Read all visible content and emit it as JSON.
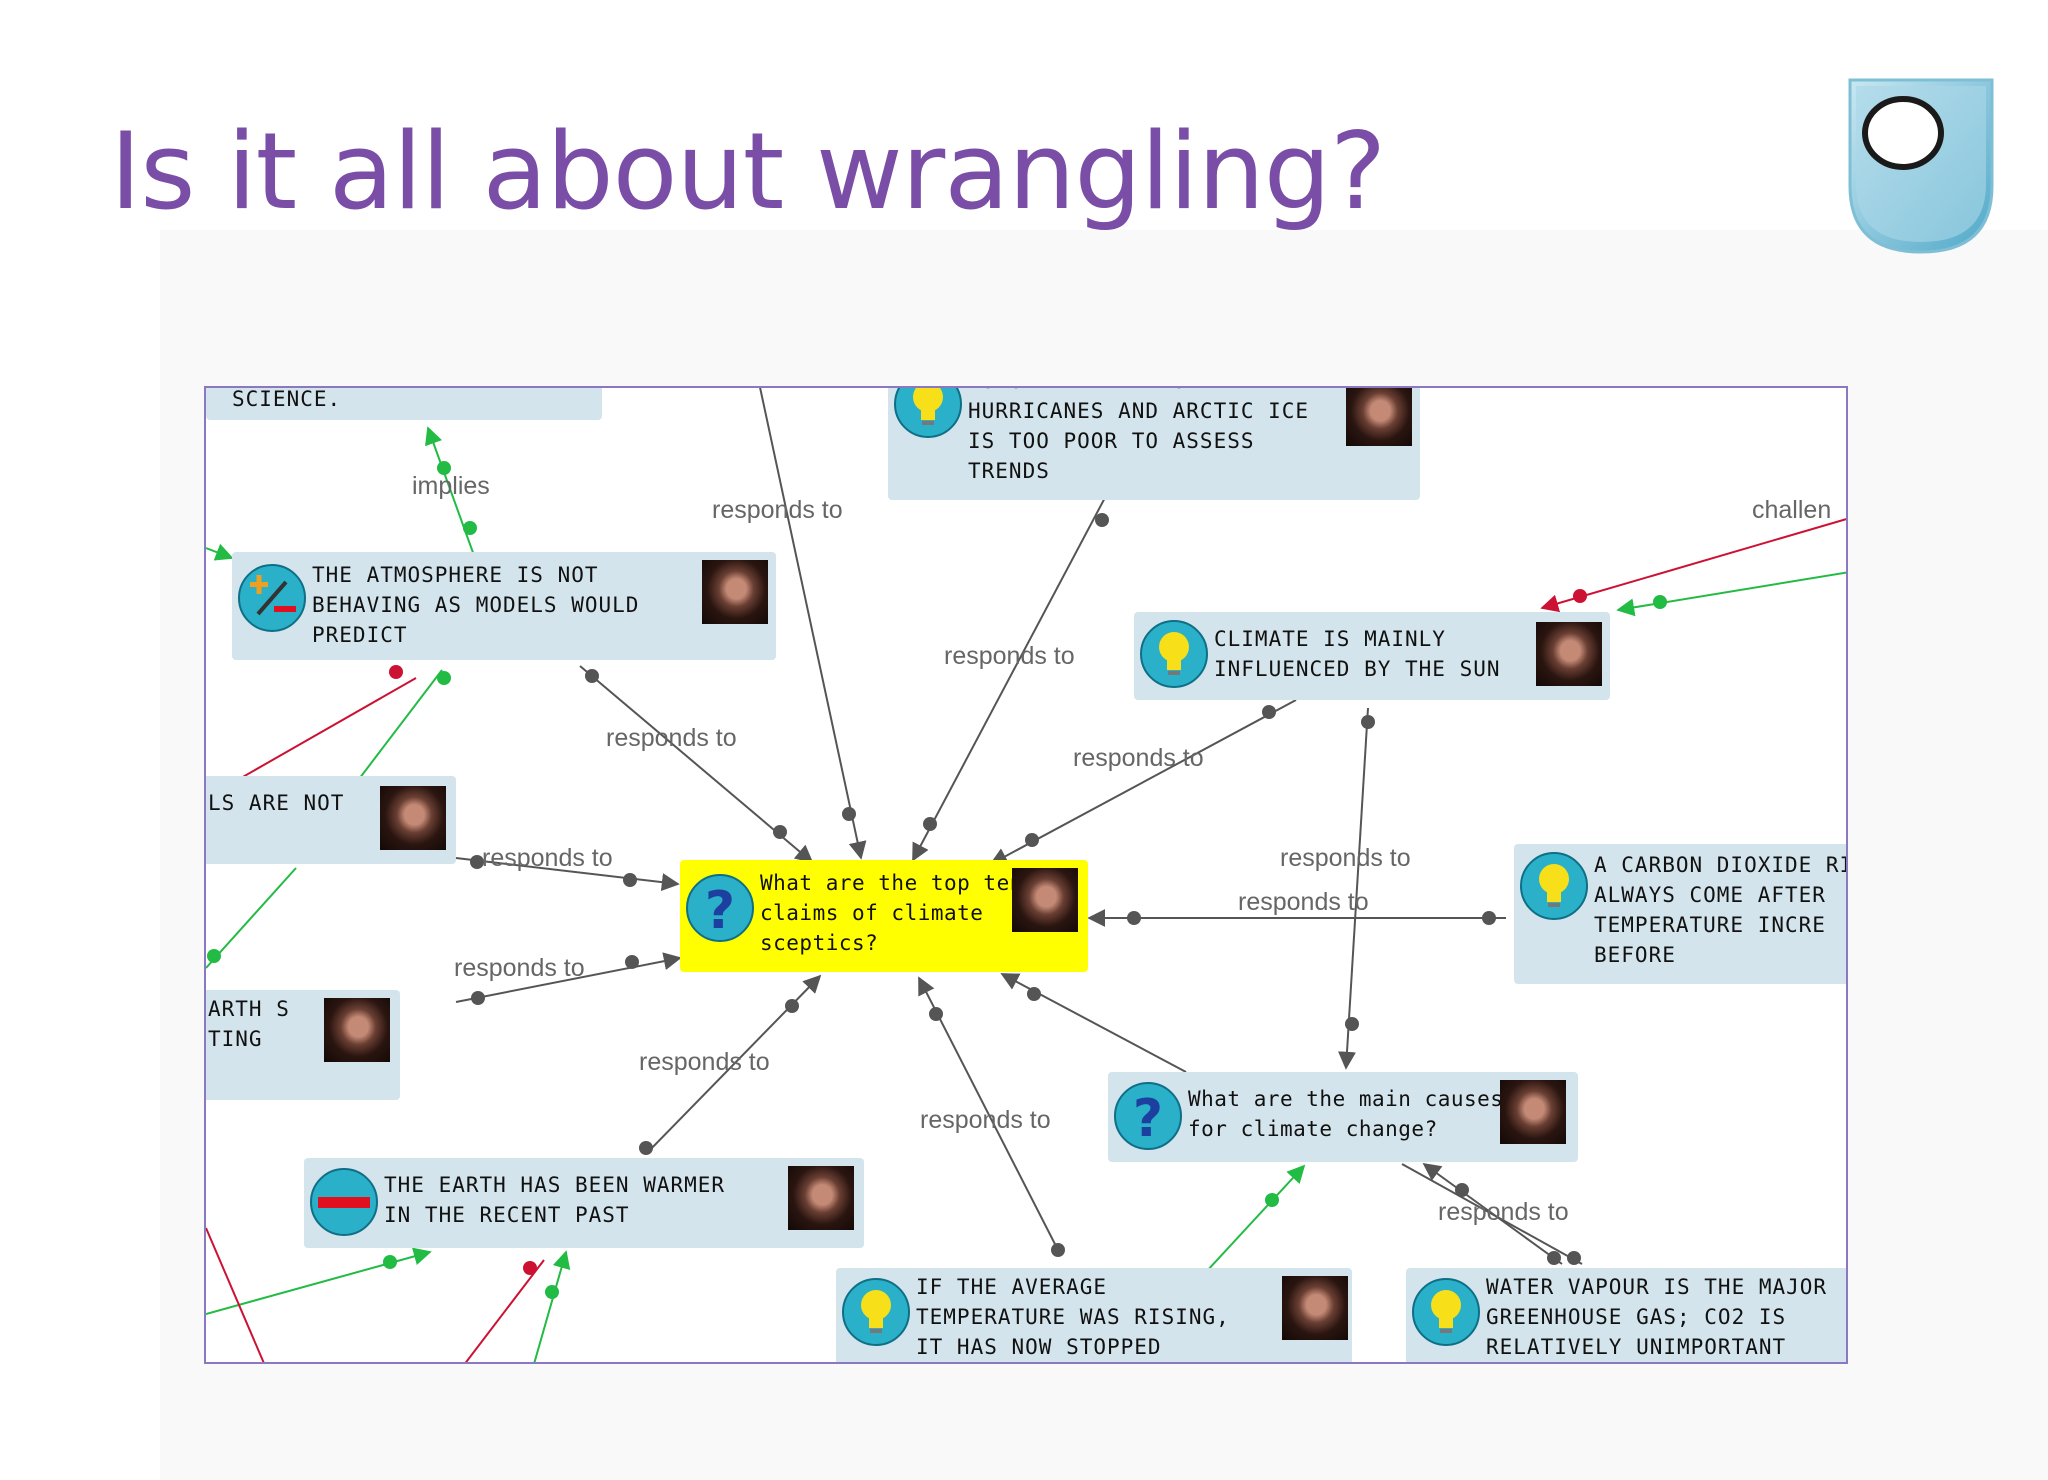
{
  "title": "Is it all about wrangling?",
  "colors": {
    "title": "#7a4ea6",
    "node_fill": "#d3e4ec",
    "focal_fill": "#ffff00",
    "responds_edge": "#555555",
    "supports_edge": "#22bb44",
    "challenges_edge": "#cc1133",
    "frame_border": "#8a78c0"
  },
  "nodes": [
    {
      "icon": "none",
      "text": "science."
    },
    {
      "icon": "lightbulb-icon",
      "text": "LONG-TERM DATA ON\nHURRICANES AND ARCTIC ICE\nIS TOO POOR TO ASSESS\nTRENDS"
    },
    {
      "icon": "pro-con-icon",
      "text": "THE ATMOSPHERE IS NOT\nBEHAVING AS MODELS WOULD\nPREDICT"
    },
    {
      "icon": "lightbulb-icon",
      "text": "CLIMATE IS MAINLY\nINFLUENCED BY THE SUN"
    },
    {
      "icon": "none",
      "text": "LS ARE NOT"
    },
    {
      "icon": "question-icon",
      "text": "What are the top ten\nclaims of climate\nsceptics?"
    },
    {
      "icon": "lightbulb-icon",
      "text": "A CARBON DIOXIDE RIS\nALWAYS COME AFTER\nTEMPERATURE INCRE\nBEFORE"
    },
    {
      "icon": "none",
      "text": "ARTH S\nTING"
    },
    {
      "icon": "question-icon",
      "text": "What are the main causes\nfor climate change?"
    },
    {
      "icon": "minus-icon",
      "text": "THE EARTH HAS BEEN WARMER\nIN THE RECENT PAST"
    },
    {
      "icon": "lightbulb-icon",
      "text": "IF THE AVERAGE\nTEMPERATURE WAS RISING,\nIT HAS NOW STOPPED"
    },
    {
      "icon": "lightbulb-icon",
      "text": "WATER VAPOUR IS THE MAJOR\nGREENHOUSE GAS; CO2 IS\nRELATIVELY UNIMPORTANT"
    }
  ],
  "edge_labels": [
    "implies",
    "responds to",
    "challen",
    "responds to",
    "responds to",
    "responds to",
    "responds to",
    "responds to",
    "responds to",
    "responds to",
    "responds to",
    "responds to",
    "responds to"
  ]
}
